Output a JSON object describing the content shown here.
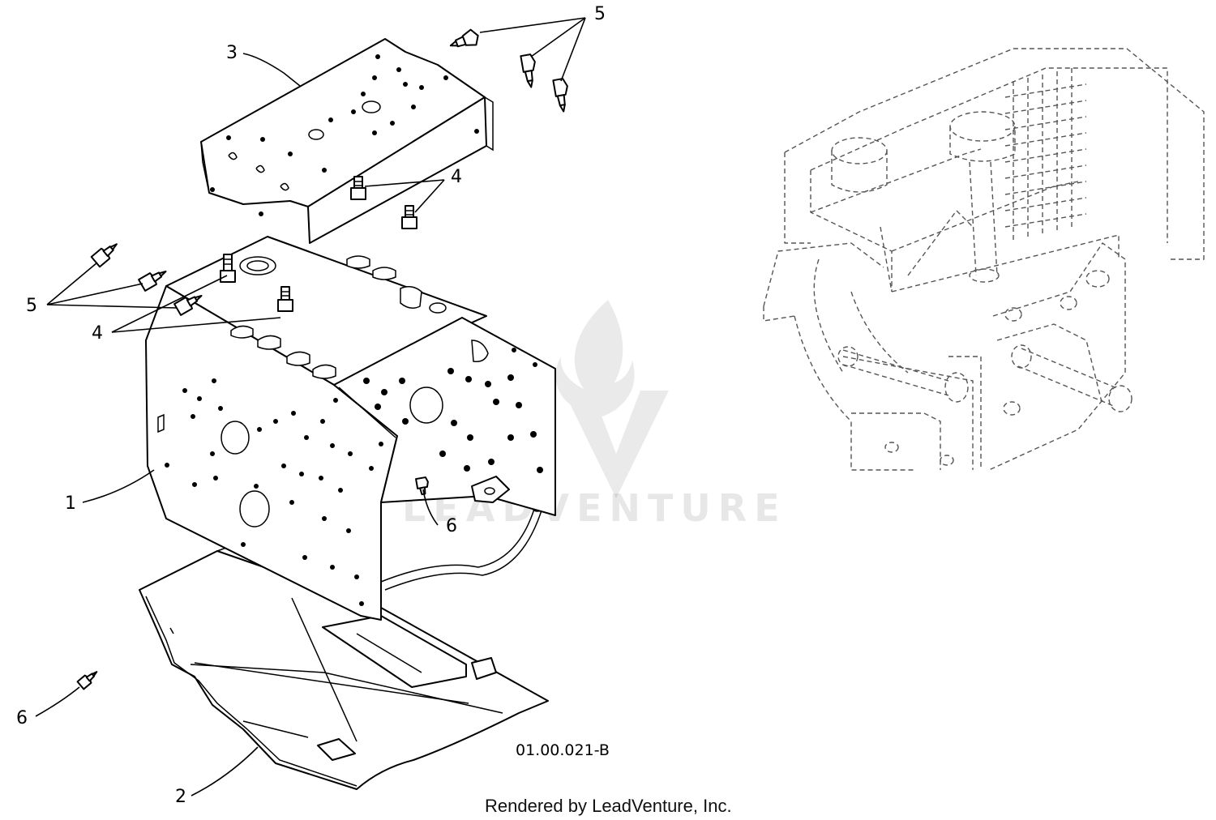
{
  "diagram": {
    "callouts": {
      "c1": "1",
      "c2": "2",
      "c3": "3",
      "c4a": "4",
      "c4b": "4",
      "c5a": "5",
      "c5b": "5",
      "c6a": "6",
      "c6b": "6"
    },
    "figure_ref": "01.00.021-B",
    "credit": "Rendered by LeadVenture, Inc.",
    "watermark": "LEADVENTURE"
  }
}
